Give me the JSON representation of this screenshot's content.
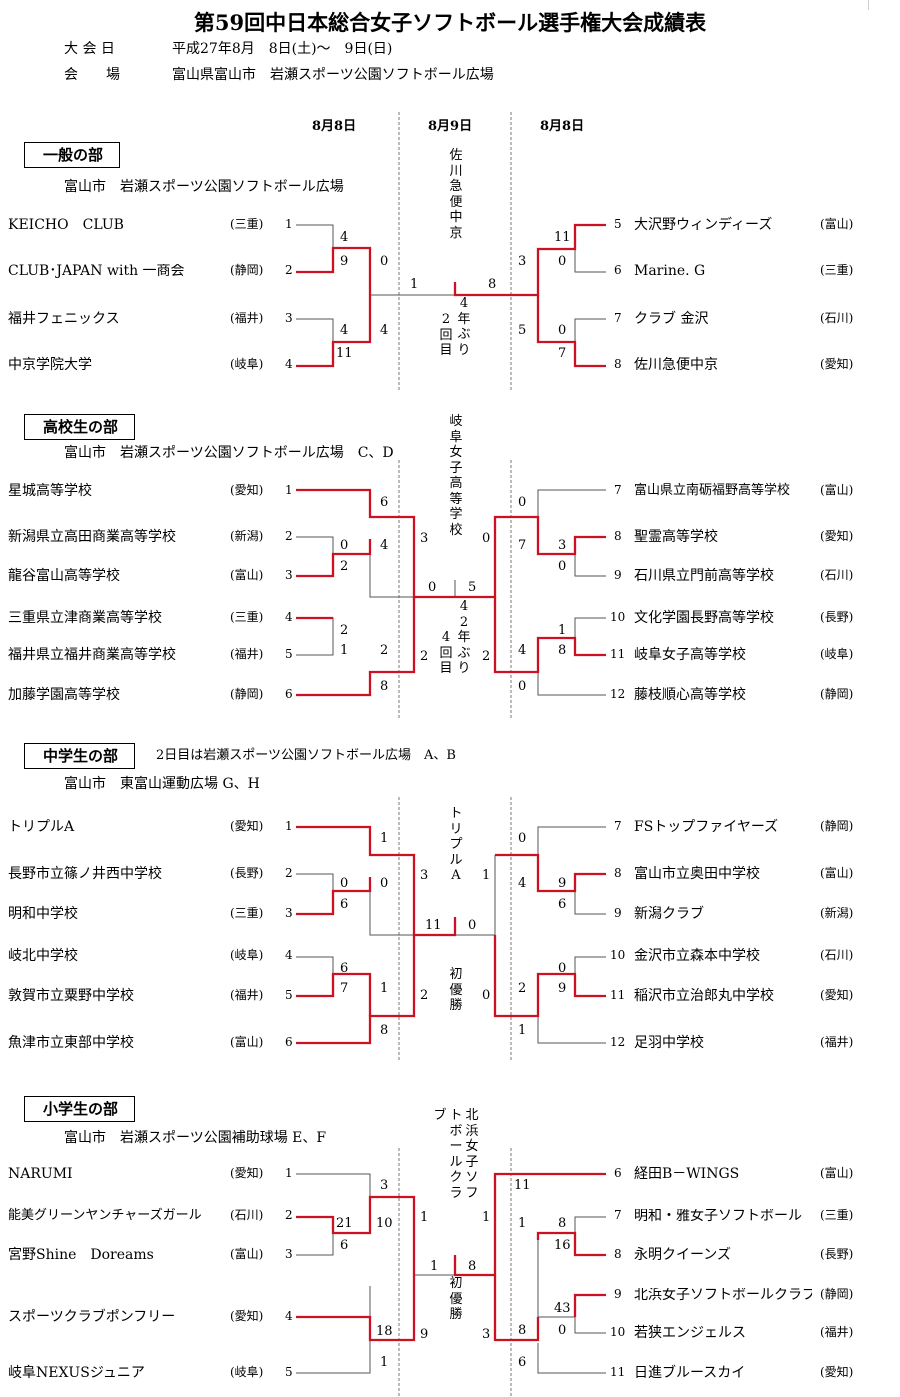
{
  "title": "第59回中日本総合女子ソフトボール選手権大会成績表",
  "info": {
    "dates_label": "大 会 日",
    "dates_value": "平成27年8月　8日(土)～　9日(日)",
    "venue_label": "会　　場",
    "venue_value": "富山県富山市　岩瀬スポーツ公園ソフトボール広場"
  },
  "date_headers": [
    "8月8日",
    "8月9日",
    "8月8日"
  ],
  "sections": [
    {
      "name": "一般の部",
      "note": "",
      "venue": "富山市　岩瀬スポーツ公園ソフトボール広場",
      "left_teams": [
        {
          "name": "KEICHO　CLUB",
          "pref": "(三重)",
          "seed": "1"
        },
        {
          "name": "CLUB･JAPAN with 一商会",
          "pref": "(静岡)",
          "seed": "2"
        },
        {
          "name": "福井フェニックス",
          "pref": "(福井)",
          "seed": "3"
        },
        {
          "name": "中京学院大学",
          "pref": "(岐阜)",
          "seed": "4"
        }
      ],
      "right_teams": [
        {
          "name": "大沢野ウィンディーズ",
          "pref": "(富山)",
          "seed": "5"
        },
        {
          "name": "Marine. G",
          "pref": "(三重)",
          "seed": "6"
        },
        {
          "name": "クラブ 金沢",
          "pref": "(石川)",
          "seed": "7"
        },
        {
          "name": "佐川急便中京",
          "pref": "(愛知)",
          "seed": "8"
        }
      ],
      "scores": [
        "4",
        "9",
        "4",
        "11",
        "0",
        "4",
        "1",
        "8",
        "3",
        "5",
        "11",
        "0",
        "0",
        "7"
      ],
      "champion": "佐川急便中京",
      "notes": [
        "4年ぶり",
        "2回目"
      ]
    },
    {
      "name": "高校生の部",
      "note": "",
      "venue": "富山市　岩瀬スポーツ公園ソフトボール広場　C、D",
      "left_teams": [
        {
          "name": "星城高等学校",
          "pref": "(愛知)",
          "seed": "1"
        },
        {
          "name": "新潟県立高田商業高等学校",
          "pref": "(新潟)",
          "seed": "2"
        },
        {
          "name": "龍谷富山高等学校",
          "pref": "(富山)",
          "seed": "3"
        },
        {
          "name": "三重県立津商業高等学校",
          "pref": "(三重)",
          "seed": "4"
        },
        {
          "name": "福井県立福井商業高等学校",
          "pref": "(福井)",
          "seed": "5"
        },
        {
          "name": "加藤学園高等学校",
          "pref": "(静岡)",
          "seed": "6"
        }
      ],
      "right_teams": [
        {
          "name": "富山県立南砺福野高等学校",
          "pref": "(富山)",
          "seed": "7"
        },
        {
          "name": "聖霊高等学校",
          "pref": "(愛知)",
          "seed": "8"
        },
        {
          "name": "石川県立門前高等学校",
          "pref": "(石川)",
          "seed": "9"
        },
        {
          "name": "文化学園長野高等学校",
          "pref": "(長野)",
          "seed": "10"
        },
        {
          "name": "岐阜女子高等学校",
          "pref": "(岐阜)",
          "seed": "11"
        },
        {
          "name": "藤枝順心高等学校",
          "pref": "(静岡)",
          "seed": "12"
        }
      ],
      "scores": [
        "0",
        "2",
        "2",
        "1",
        "6",
        "4",
        "2",
        "8",
        "3",
        "2",
        "0",
        "0",
        "5",
        "2",
        "3",
        "0",
        "1",
        "8",
        "0",
        "7",
        "4",
        "0"
      ],
      "champion": "岐阜女子高等学校",
      "notes": [
        "42年ぶり",
        "4回目"
      ]
    },
    {
      "name": "中学生の部",
      "note": "2日目は岩瀬スポーツ公園ソフトボール広場　A、B",
      "venue": "富山市　東富山運動広場 G、H",
      "left_teams": [
        {
          "name": "トリプルA",
          "pref": "(愛知)",
          "seed": "1"
        },
        {
          "name": "長野市立篠ノ井西中学校",
          "pref": "(長野)",
          "seed": "2"
        },
        {
          "name": "明和中学校",
          "pref": "(三重)",
          "seed": "3"
        },
        {
          "name": "岐北中学校",
          "pref": "(岐阜)",
          "seed": "4"
        },
        {
          "name": "敦賀市立粟野中学校",
          "pref": "(福井)",
          "seed": "5"
        },
        {
          "name": "魚津市立東部中学校",
          "pref": "(富山)",
          "seed": "6"
        }
      ],
      "right_teams": [
        {
          "name": "FSトップファイヤーズ",
          "pref": "(静岡)",
          "seed": "7"
        },
        {
          "name": "富山市立奥田中学校",
          "pref": "(富山)",
          "seed": "8"
        },
        {
          "name": "新潟クラブ",
          "pref": "(新潟)",
          "seed": "9"
        },
        {
          "name": "金沢市立森本中学校",
          "pref": "(石川)",
          "seed": "10"
        },
        {
          "name": "稲沢市立治郎丸中学校",
          "pref": "(愛知)",
          "seed": "11"
        },
        {
          "name": "足羽中学校",
          "pref": "(福井)",
          "seed": "12"
        }
      ],
      "scores": [
        "0",
        "6",
        "6",
        "7",
        "1",
        "0",
        "1",
        "8",
        "3",
        "2",
        "11",
        "0",
        "1",
        "0",
        "9",
        "6",
        "0",
        "9",
        "0",
        "4",
        "2",
        "1"
      ],
      "champion": "トリプルA",
      "notes": [
        "初優勝"
      ]
    },
    {
      "name": "小学生の部",
      "note": "",
      "venue": "富山市　岩瀬スポーツ公園補助球場 E、F",
      "left_teams": [
        {
          "name": "NARUMI",
          "pref": "(愛知)",
          "seed": "1"
        },
        {
          "name": "能美グリーンヤンチャーズガール",
          "pref": "(石川)",
          "seed": "2"
        },
        {
          "name": "宮野Shine　Doreams",
          "pref": "(富山)",
          "seed": "3"
        },
        {
          "name": "スポーツクラブポンフリー",
          "pref": "(愛知)",
          "seed": "4"
        },
        {
          "name": "岐阜NEXUSジュニア",
          "pref": "(岐阜)",
          "seed": "5"
        }
      ],
      "right_teams": [
        {
          "name": "経田B－WINGS",
          "pref": "(富山)",
          "seed": "6"
        },
        {
          "name": "明和・雅女子ソフトボール",
          "pref": "(三重)",
          "seed": "7"
        },
        {
          "name": "永明クイーンズ",
          "pref": "(長野)",
          "seed": "8"
        },
        {
          "name": "北浜女子ソフトボールクラブ",
          "pref": "(静岡)",
          "seed": "9"
        },
        {
          "name": "若狭エンジェルス",
          "pref": "(福井)",
          "seed": "10"
        },
        {
          "name": "日進ブルースカイ",
          "pref": "(愛知)",
          "seed": "11"
        }
      ],
      "scores": [
        "21",
        "6",
        "3",
        "10",
        "18",
        "1",
        "1",
        "9",
        "1",
        "8",
        "1",
        "3",
        "11",
        "1",
        "8",
        "16",
        "43",
        "0",
        "8",
        "6"
      ],
      "champion": "北浜女子ソフトボールクラブ",
      "notes": [
        "初優勝"
      ]
    }
  ]
}
